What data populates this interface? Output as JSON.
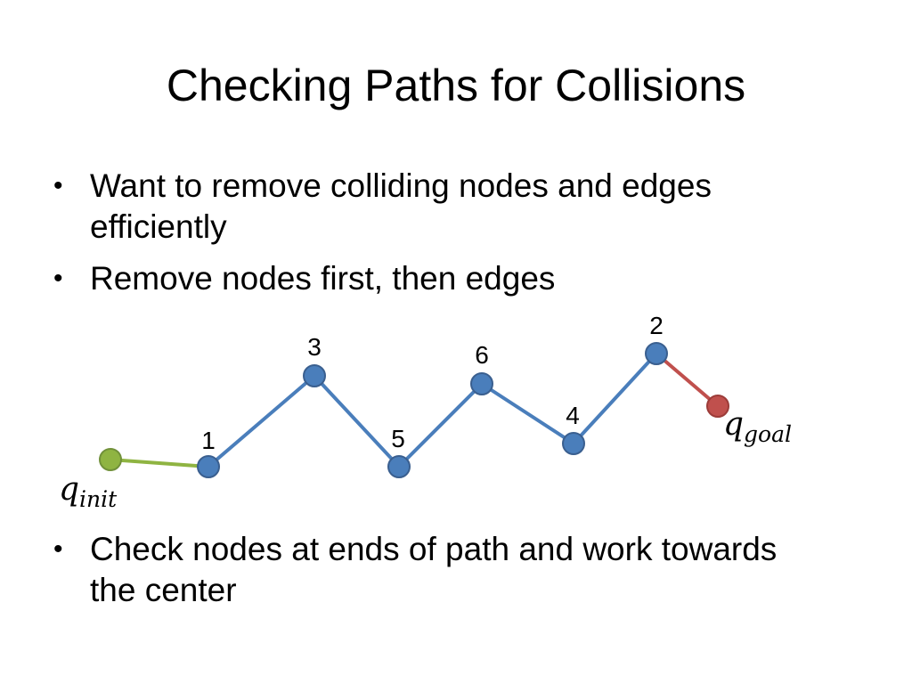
{
  "slide": {
    "title": "Checking Paths for Collisions",
    "bullets_top": [
      "Want to remove colliding nodes and edges efficiently",
      "Remove nodes first, then edges"
    ],
    "bullets_bottom": [
      "Check nodes at ends of path and work towards the center"
    ],
    "bullet_glyph": "•"
  },
  "diagram": {
    "start_label": {
      "base": "q",
      "sub": "init"
    },
    "goal_label": {
      "base": "q",
      "sub": "goal"
    },
    "node_labels": [
      "1",
      "3",
      "5",
      "6",
      "4",
      "2"
    ],
    "colors": {
      "start_node": "#8fb442",
      "start_edge": "#8fb442",
      "path_node": "#4a7ebb",
      "path_edge": "#4a7ebb",
      "goal_node": "#c0504d",
      "goal_edge": "#c0504d",
      "node_stroke": "#3a5f8f"
    }
  }
}
